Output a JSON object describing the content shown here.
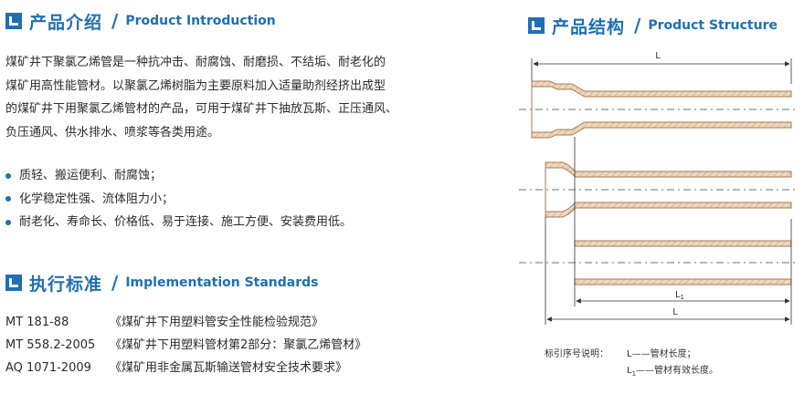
{
  "intro_section": {
    "title_cn": "产品介绍",
    "title_en": "Product Introduction",
    "paragraph_lines": [
      "煤矿井下聚氯乙烯管是一种抗冲击、耐腐蚀、耐磨损、不结垢、耐老化的",
      "煤矿用高性能管材。以聚氯乙烯树脂为主要原料加入适量助剂经挤出成型",
      "的煤矿井下用聚氯乙烯管材的产品，可用于煤矿井下抽放瓦斯、正压通风、",
      "负压通风、供水排水、喷浆等各类用途。"
    ],
    "features": [
      "质轻、搬运便利、耐腐蚀；",
      "化学稳定性强、流体阻力小；",
      "耐老化、寿命长、价格低、易于连接、施工方便、安装费用低。"
    ]
  },
  "standards_section": {
    "title_cn": "执行标准",
    "title_en": "Implementation Standards",
    "items": [
      {
        "code": "MT 181-88",
        "name": "《煤矿井下用塑料管安全性能检验规范》"
      },
      {
        "code": "MT 558.2-2005",
        "name": "《煤矿井下用塑料管材第2部分：聚氯乙烯管材》"
      },
      {
        "code": "AQ 1071-2009",
        "name": "《煤矿用非金属瓦斯输送管材安全技术要求》"
      }
    ]
  },
  "structure_section": {
    "title_cn": "产品结构",
    "title_en": "Product Structure",
    "dim_top": "L",
    "dim_l1": "L",
    "dim_l1_sub": "1",
    "dim_bottom": "L",
    "legend_title": "标引序号说明：",
    "legend_l": "L——管材长度；",
    "legend_l1_prefix": "L",
    "legend_l1_sub": "1",
    "legend_l1_text": "——管材有效长度。"
  },
  "colors": {
    "accent": "#1f6fb4",
    "pipe_fill": "#e8c9a8",
    "pipe_stroke": "#a77a55"
  }
}
